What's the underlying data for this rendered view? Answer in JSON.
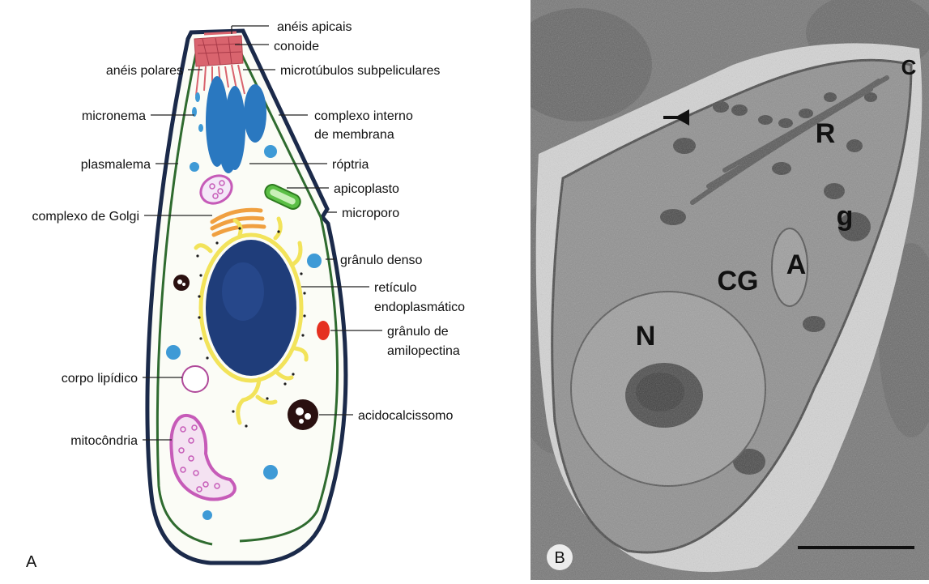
{
  "panel_a": {
    "letter": "A",
    "labels": {
      "aneis_apicais": "anéis apicais",
      "conoide": "conoide",
      "aneis_polares": "anéis polares",
      "microtubulos": "microtúbulos subpeliculares",
      "micronema": "micronema",
      "complexo_interno_1": "complexo interno",
      "complexo_interno_2": "de membrana",
      "plasmalema": "plasmalema",
      "roptria": "róptria",
      "apicoplasto": "apicoplasto",
      "golgi": "complexo de Golgi",
      "microporo": "microporo",
      "granulo_denso": "grânulo denso",
      "reticulo_1": "retículo",
      "reticulo_2": "endoplasmático",
      "amilopectina_1": "grânulo de",
      "amilopectina_2": "amilopectina",
      "corpo_lipidico": "corpo lipídico",
      "acidocalcissomo": "acidocalcissomo",
      "mitocondria": "mitocôndria"
    }
  },
  "panel_b": {
    "letter": "B",
    "labels": {
      "c": "C",
      "r": "R",
      "g": "g",
      "a": "A",
      "cg": "CG",
      "n": "N"
    }
  },
  "colors": {
    "pellicle_dark": "#1b2a4a",
    "pellicle_green": "#2f6b2f",
    "conoid_red": "#d9646e",
    "rhoptry_blue": "#2a78c0",
    "dense_granule": "#3e9ad6",
    "nucleus": "#1f3d7a",
    "er_yellow": "#f2e35a",
    "golgi_orange": "#f0a040",
    "apicoplast_green": "#5bbf45",
    "mitochondria_pink": "#c65bb8",
    "amylopectin_red": "#e53020"
  }
}
